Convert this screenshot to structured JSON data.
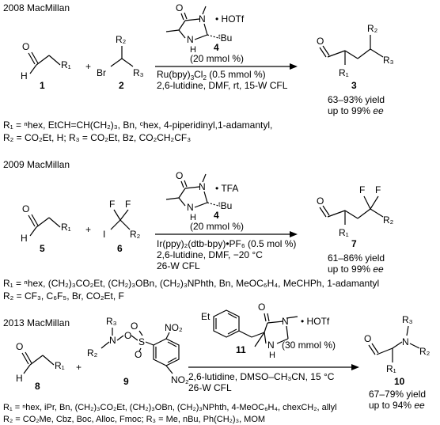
{
  "section1": {
    "header": "2008 MacMillan",
    "salt": "• HOTf",
    "cat_num": "4",
    "loading": "(20 mmol %)",
    "cond1": "Ru(bpy)",
    "cond1_sub": "3",
    "cond1_tail": "Cl",
    "cond1_sub2": "2",
    "cond1_end": " (0.5 mmol %)",
    "cond2": "2,6-lutidine, DMF, rt, 15-W CFL",
    "c1": "1",
    "c2": "2",
    "c3": "3",
    "yield": "63–93% yield",
    "ee": "up to 99% ",
    "ee_it": "ee",
    "r1_line": "R₁ = ⁿhex, EtCH=CH(CH₂)₃, Bn, ᶜhex, 4-piperidinyl,1-adamantyl,",
    "r2_line": "R₂ = CO₂Et, H; R₃ = CO₂Et, Bz, CO₂CH₂CF₃"
  },
  "section2": {
    "header": "2009 MacMillan",
    "salt": "• TFA",
    "cat_num": "4",
    "loading": "(20 mmol %)",
    "cond1": "Ir(ppy)₂(dtb-bpy)•PF₆ (0.5 mol %)",
    "cond2": "2,6-lutidine, DMF, −20 °C",
    "cond3": "26-W CFL",
    "c5": "5",
    "c6": "6",
    "c7": "7",
    "yield": "61–86% yield",
    "ee": "up to 99% ",
    "ee_it": "ee",
    "r1_line": "R₁ = ⁿhex, (CH₂)₃CO₂Et, (CH₂)₃OBn, (CH₂)₃NPhth, Bn, MeOC₆H₄, MeCHPh, 1-adamantyl",
    "r2_line": "R₂ = CF₃, C₆F₅, Br, CO₂Et, F"
  },
  "section3": {
    "header": "2013 MacMillan",
    "salt": "• HOTf",
    "cat_num": "11",
    "loading": "(30 mmol %)",
    "cond1": "2,6-lutidine, DMSO–CH₃CN, 15 °C",
    "cond2": "26-W CFL",
    "c8": "8",
    "c9": "9",
    "c10": "10",
    "yield": "67–79% yield",
    "ee": "up to 94% ",
    "ee_it": "ee",
    "r1_line": "R₁ = ⁿhex, iPr, Bn, (CH₂)₃CO₂Et, (CH₂)₃OBn, (CH₂)₃NPhth, 4-MeOC₆H₄, chexCH₂, allyl",
    "r2_line": "R₂ = CO₂Me, Cbz, Boc, Alloc, Fmoc; R₃ = Me, nBu, Ph(CH₂)₃, MOM"
  },
  "atoms": {
    "O": "O",
    "H": "H",
    "N": "N",
    "S": "S",
    "Br": "Br",
    "I": "I",
    "F": "F",
    "NO2": "NO₂",
    "Et": "Et",
    "tBu": "ᵗBu",
    "R1": "R₁",
    "R2": "R₂",
    "R3": "R₃",
    "plus": "+"
  }
}
